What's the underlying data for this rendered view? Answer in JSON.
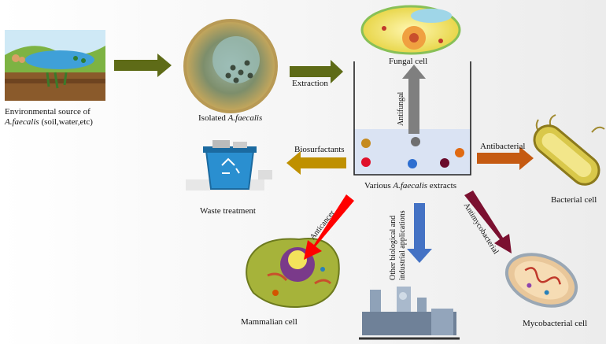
{
  "nodes": {
    "environment": {
      "line1": "Environmental source of",
      "species": "A.faecalis",
      "rest": " (soil,water,etc)"
    },
    "isolated": {
      "prefix": "Isolated ",
      "species": "A.faecalis"
    },
    "fungal": "Fungal cell",
    "bacterial": "Bacterial cell",
    "waste": "Waste treatment",
    "mammalian": "Mammalian cell",
    "mycobacterial": "Mycobacterial cell",
    "extracts": {
      "prefix": "Various ",
      "species": "A.faecalis",
      "suffix": " extracts"
    }
  },
  "edges": {
    "extraction": "Extraction",
    "antifungal": "Antifungal",
    "antibacterial": "Antibacterial",
    "biosurfactants": "Biosurfactants",
    "anticancer": "Anticancer",
    "other_line1": "Other biological and",
    "other_line2": "industrial applications",
    "antimycobacterial": "Antimycobacterial"
  },
  "colors": {
    "olive_arrow": "#5e6b17",
    "antifungal_arrow": "#7f7f7f",
    "antibacterial_arrow": "#c55a11",
    "biosurfactant_arrow": "#bf9000",
    "anticancer_arrow": "#ff0000",
    "other_arrow": "#4472c4",
    "antimyco_arrow": "#7b1030",
    "beaker_fill": "#dae3f3"
  },
  "icons": [
    "landscape-icon",
    "petri-dish-icon",
    "fungal-cell-icon",
    "bacterial-cell-icon",
    "waste-bin-icon",
    "mammalian-cell-icon",
    "factory-icon",
    "mycobacterial-cell-icon"
  ]
}
